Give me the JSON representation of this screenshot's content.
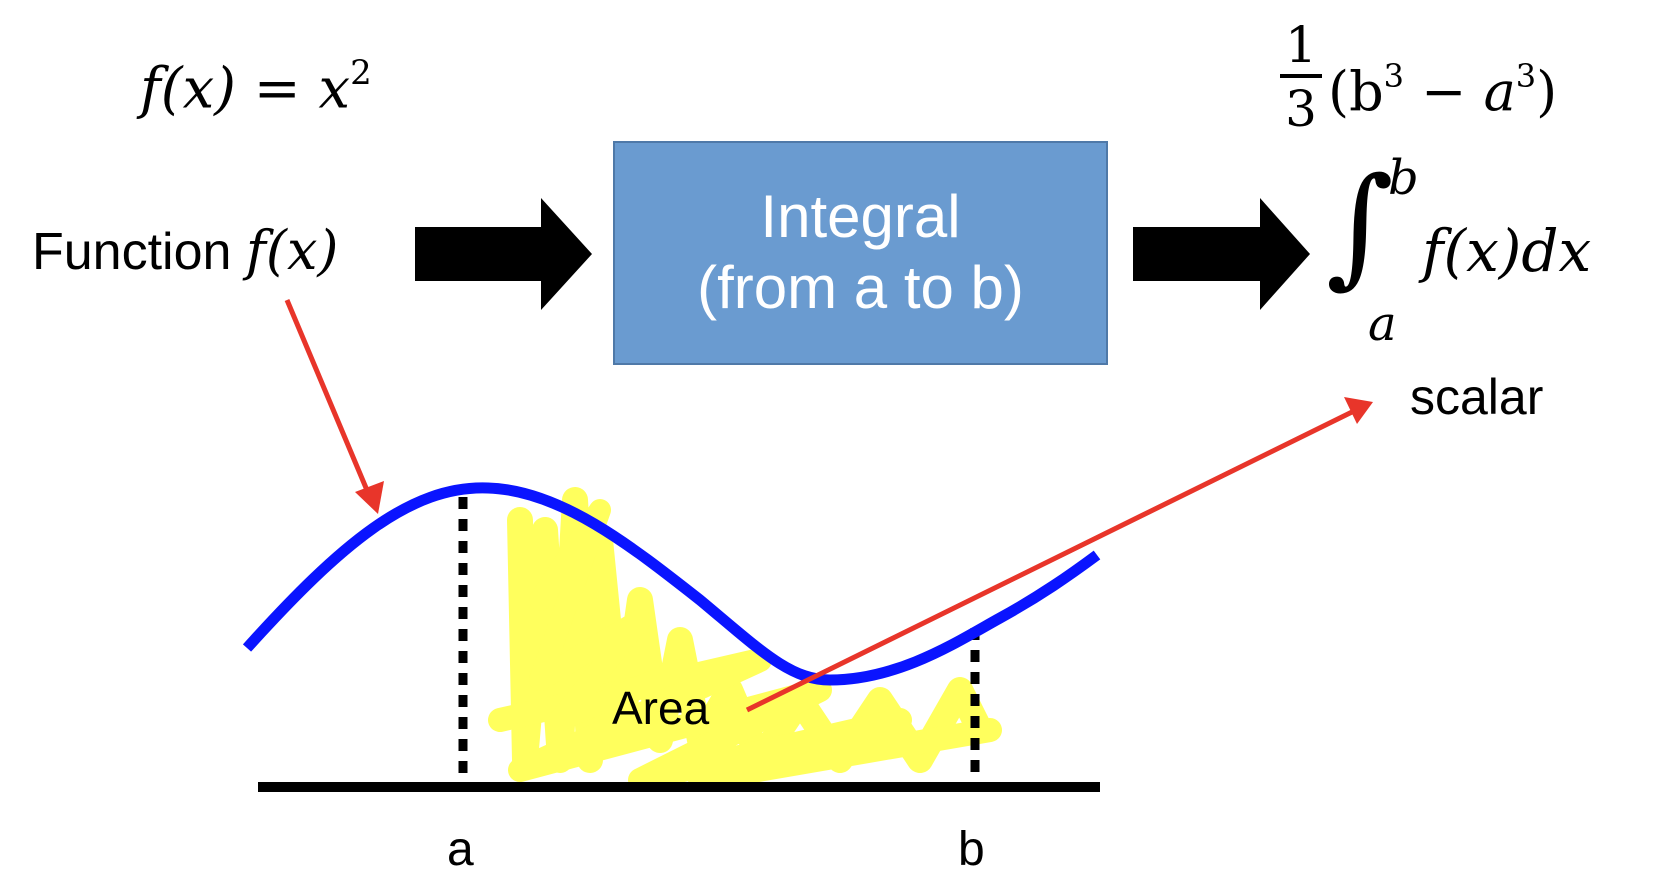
{
  "formula_f": {
    "lhs": "f(x) = x",
    "exp": "2"
  },
  "input_label": {
    "text": "Function",
    "symbol": "f(x)"
  },
  "process_box": {
    "line1": "Integral",
    "line2": "(from a to b)"
  },
  "result_formula": {
    "num": "1",
    "den": "3",
    "body_open": "(b",
    "exp1": "3",
    "minus": " − a",
    "exp2": "3",
    "body_close": ")"
  },
  "integral": {
    "symbol": "∫",
    "upper": "b",
    "lower": "a",
    "integrand": "f(x)dx"
  },
  "output_label": "scalar",
  "area_label": "Area",
  "axis_labels": {
    "a": "a",
    "b": "b"
  },
  "colors": {
    "curve": "#0a14ff",
    "arrow_red": "#e8352a",
    "area_fill": "#ffff55",
    "box_fill": "#6a9bd0",
    "black": "#000000"
  }
}
